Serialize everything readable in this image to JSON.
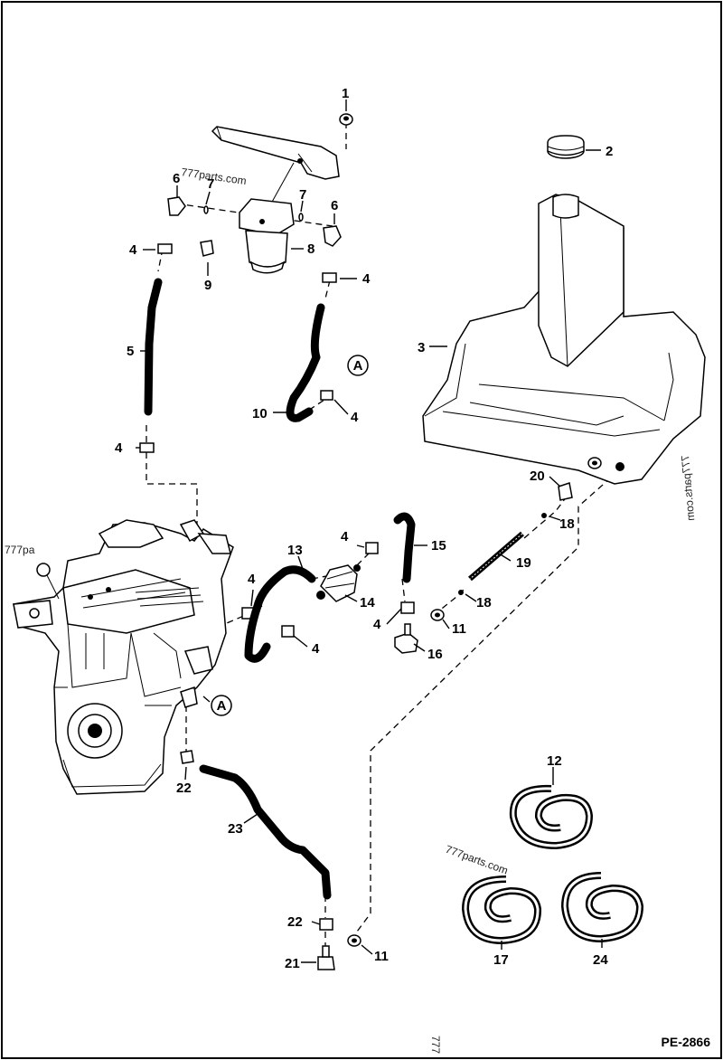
{
  "diagram": {
    "figure_code": "PE-2866",
    "watermarks": [
      "777parts.com",
      "777parts.com",
      "777parts.com",
      "777pa",
      "777"
    ],
    "reference_marker": "A",
    "callouts": [
      {
        "id": "c1",
        "label": "1"
      },
      {
        "id": "c2",
        "label": "2"
      },
      {
        "id": "c3",
        "label": "3"
      },
      {
        "id": "c4a",
        "label": "4"
      },
      {
        "id": "c4b",
        "label": "4"
      },
      {
        "id": "c4c",
        "label": "4"
      },
      {
        "id": "c4d",
        "label": "4"
      },
      {
        "id": "c4e",
        "label": "4"
      },
      {
        "id": "c4f",
        "label": "4"
      },
      {
        "id": "c4g",
        "label": "4"
      },
      {
        "id": "c4h",
        "label": "4"
      },
      {
        "id": "c5",
        "label": "5"
      },
      {
        "id": "c6a",
        "label": "6"
      },
      {
        "id": "c6b",
        "label": "6"
      },
      {
        "id": "c7a",
        "label": "7"
      },
      {
        "id": "c7b",
        "label": "7"
      },
      {
        "id": "c8",
        "label": "8"
      },
      {
        "id": "c9",
        "label": "9"
      },
      {
        "id": "c10",
        "label": "10"
      },
      {
        "id": "c11a",
        "label": "11"
      },
      {
        "id": "c11b",
        "label": "11"
      },
      {
        "id": "c12",
        "label": "12"
      },
      {
        "id": "c13",
        "label": "13"
      },
      {
        "id": "c14",
        "label": "14"
      },
      {
        "id": "c15",
        "label": "15"
      },
      {
        "id": "c16",
        "label": "16"
      },
      {
        "id": "c17",
        "label": "17"
      },
      {
        "id": "c18a",
        "label": "18"
      },
      {
        "id": "c18b",
        "label": "18"
      },
      {
        "id": "c19",
        "label": "19"
      },
      {
        "id": "c20",
        "label": "20"
      },
      {
        "id": "c21",
        "label": "21"
      },
      {
        "id": "c22a",
        "label": "22"
      },
      {
        "id": "c22b",
        "label": "22"
      },
      {
        "id": "c23",
        "label": "23"
      },
      {
        "id": "c24",
        "label": "24"
      }
    ]
  }
}
